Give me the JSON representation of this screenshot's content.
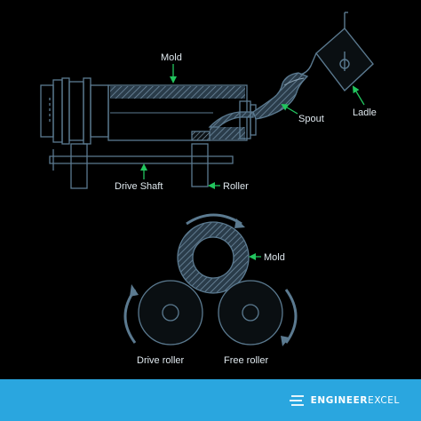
{
  "labels": {
    "mold_top": "Mold",
    "spout": "Spout",
    "ladle": "Ladle",
    "drive_shaft": "Drive Shaft",
    "roller": "Roller",
    "mold_bottom": "Mold",
    "drive_roller": "Drive roller",
    "free_roller": "Free roller"
  },
  "brand": {
    "bold": "ENGINEER",
    "light": "EXCEL"
  },
  "colors": {
    "background": "#000000",
    "line": "#5b7a90",
    "hatch": "#6f8aa0",
    "arrow": "#22c55e",
    "footer": "#2aa6df"
  }
}
